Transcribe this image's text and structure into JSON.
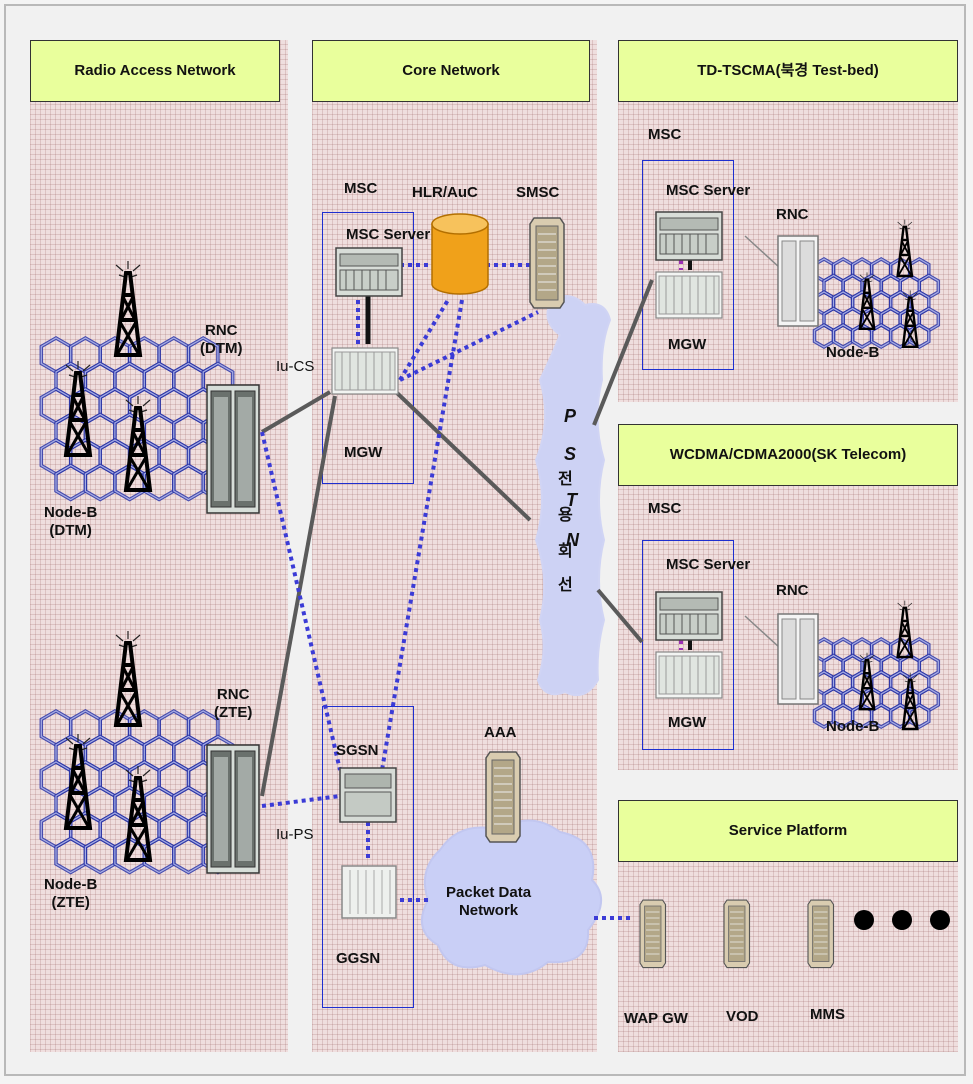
{
  "headers": {
    "ran": "Radio Access Network",
    "core": "Core Network",
    "td": "TD-TSCMA(북경 Test-bed)",
    "wcdma": "WCDMA/CDMA2000(SK Telecom)",
    "service": "Service Platform"
  },
  "ran": {
    "rnc_dtm": "RNC\n(DTM)",
    "node_b_dtm": "Node-B\n(DTM)",
    "rnc_zte": "RNC\n(ZTE)",
    "node_b_zte": "Node-B\n(ZTE)",
    "iu_cs": "Iu-CS",
    "iu_ps": "Iu-PS"
  },
  "core": {
    "msc": "MSC",
    "hlr": "HLR/AuC",
    "smsc": "SMSC",
    "msc_server": "MSC Server",
    "mgw": "MGW",
    "sgsn": "SGSN",
    "ggsn": "GGSN",
    "aaa": "AAA",
    "pdn": "Packet Data\nNetwork",
    "pstn_letters": [
      "P",
      "S",
      "T",
      "N"
    ],
    "pstn_korean": [
      "전",
      "용",
      "회",
      "선"
    ]
  },
  "td": {
    "msc": "MSC",
    "msc_server": "MSC Server",
    "rnc": "RNC",
    "mgw": "MGW",
    "node_b": "Node-B"
  },
  "wcdma": {
    "msc": "MSC",
    "msc_server": "MSC Server",
    "rnc": "RNC",
    "mgw": "MGW",
    "node_b": "Node-B"
  },
  "service": {
    "wap": "WAP GW",
    "vod": "VOD",
    "mms": "MMS"
  },
  "colors": {
    "header_bg": "#e9ff9c",
    "box_border": "#1f2fd0",
    "dotted_link": "#3b3bd6",
    "solid_link": "#555555",
    "cloud": "#c9cff6",
    "hlr": "#f0a11a"
  }
}
